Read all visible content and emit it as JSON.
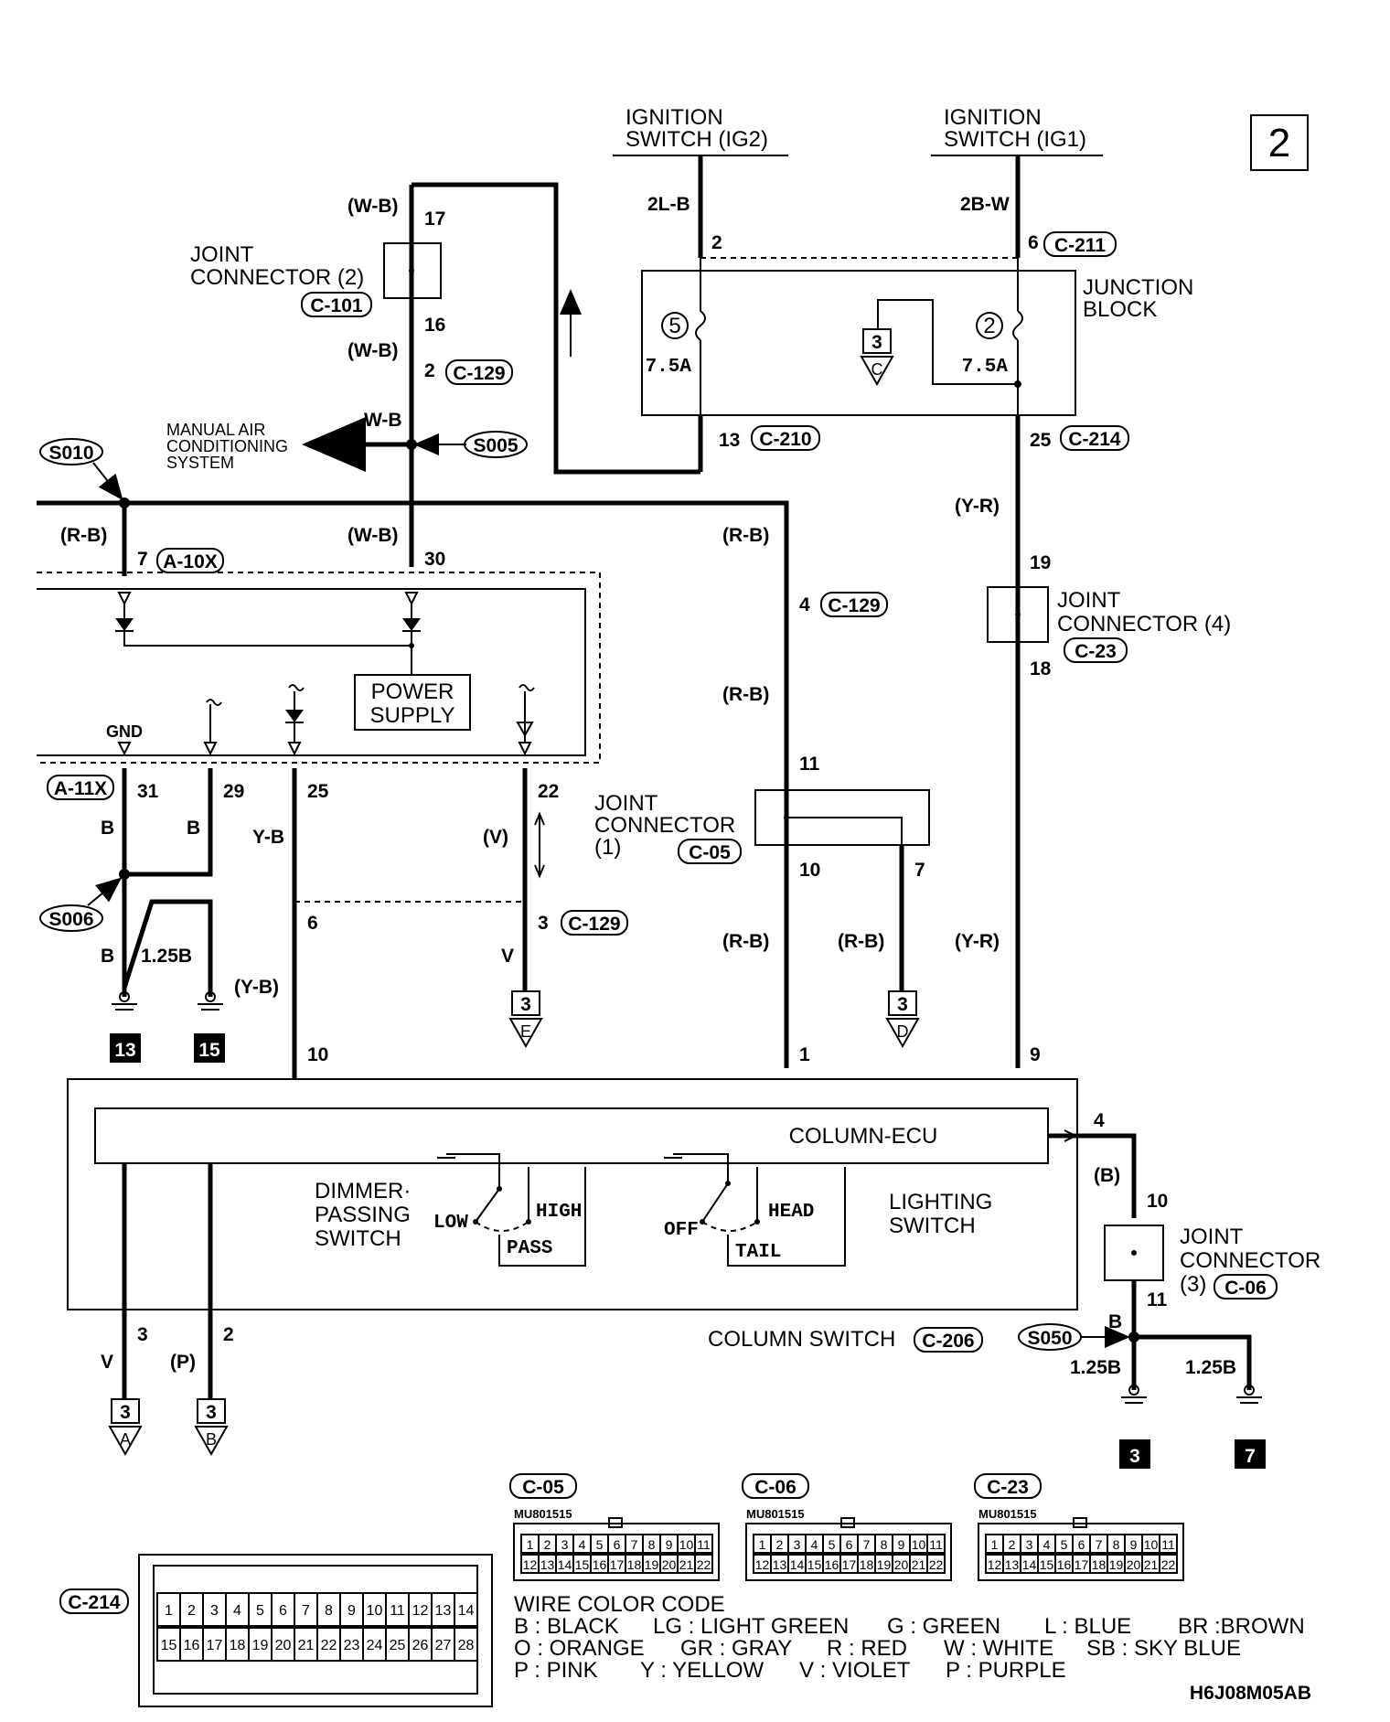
{
  "page_number": "2",
  "drawing_code": "H6J08M05AB",
  "sources": {
    "ig2": [
      "IGNITION",
      "SWITCH (IG2)"
    ],
    "ig1": [
      "IGNITION",
      "SWITCH (IG1)"
    ]
  },
  "wire_codes": {
    "ig2_in": "2L-B",
    "ig1_in": "2B-W",
    "wb_17": "(W-B)",
    "wb_16": "(W-B)",
    "wb_split": "W-B",
    "wb_30": "(W-B)",
    "rb_bus": "(R-B)",
    "rb_4": "(R-B)",
    "rb_11": "(R-B)",
    "rb_10": "(R-B)",
    "rb_7": "(R-B)",
    "yr_25": "(Y-R)",
    "yr_9": "(Y-R)",
    "b_31": "B",
    "b_29": "B",
    "yb_25": "Y-B",
    "v_22": "(V)",
    "v_3": "V",
    "b_gnd1": "B",
    "b125_gnd2": "1.25B",
    "yb_gnd2": "(Y-B)",
    "v_out3": "V",
    "p_out2": "(P)",
    "b_4": "(B)",
    "b_11": "B",
    "b125_left": "1.25B",
    "b125_right": "1.25B"
  },
  "pins": {
    "p17": "17",
    "p16": "16",
    "p2a": "2",
    "p2b": "2",
    "p6": "6",
    "p13": "13",
    "p25a": "25",
    "p7": "7",
    "p30": "30",
    "p4": "4",
    "p19": "19",
    "p18": "18",
    "p11": "11",
    "p31": "31",
    "p29": "29",
    "p25b": "25",
    "p22": "22",
    "p10a": "10",
    "p7b": "7",
    "p6b": "6",
    "p3a": "3",
    "p10b": "10",
    "p1": "1",
    "p9": "9",
    "p4b": "4",
    "p10c": "10",
    "p11b": "11",
    "p3b": "3",
    "p2c": "2",
    "gnd": "GND"
  },
  "connectors": {
    "c211": "C-211",
    "c101": "C-101",
    "c129a": "C-129",
    "c210": "C-210",
    "c214": "C-214",
    "a10x": "A-10X",
    "c129b": "C-129",
    "c23": "C-23",
    "a11x": "A-11X",
    "c05": "C-05",
    "c129c": "C-129",
    "c206": "C-206",
    "c06": "C-06",
    "c214_ref": "C-214",
    "c05_ref": "C-05",
    "c06_ref": "C-06",
    "c23_ref": "C-23"
  },
  "splices": {
    "s010": "S010",
    "s005": "S005",
    "s006": "S006",
    "s050": "S050"
  },
  "labels": {
    "joint2": [
      "JOINT",
      "CONNECTOR (2)"
    ],
    "junction": [
      "JUNCTION",
      "BLOCK"
    ],
    "manual_ac": [
      "MANUAL AIR",
      "CONDITIONING",
      "SYSTEM"
    ],
    "joint4": [
      "JOINT",
      "CONNECTOR (4)"
    ],
    "power_supply": [
      "POWER",
      "SUPPLY"
    ],
    "joint1": [
      "JOINT",
      "CONNECTOR",
      "(1)"
    ],
    "column_ecu": "COLUMN-ECU",
    "dimmer": [
      "DIMMER·",
      "PASSING",
      "SWITCH"
    ],
    "lighting": [
      "LIGHTING",
      "SWITCH"
    ],
    "joint3": [
      "JOINT",
      "CONNECTOR",
      "(3)"
    ],
    "column_switch": "COLUMN SWITCH",
    "low": "LOW",
    "high": "HIGH",
    "pass": "PASS",
    "off": "OFF",
    "head": "HEAD",
    "tail": "TAIL"
  },
  "fuses": {
    "f5_num": "5",
    "f5_rating": "7.5A",
    "f2_num": "2",
    "f2_rating": "7.5A"
  },
  "references": {
    "c_ref_num": "3",
    "c_ref_letter": "C",
    "e_ref_num": "3",
    "e_ref_letter": "E",
    "d_ref_num": "3",
    "d_ref_letter": "D",
    "a_ref_num": "3",
    "a_ref_letter": "A",
    "b_ref_num": "3",
    "b_ref_letter": "B"
  },
  "grounds": {
    "g13": "13",
    "g15": "15",
    "g3": "3",
    "g7": "7"
  },
  "connector_panels": {
    "part_number": "MU801515",
    "row1": [
      "1",
      "2",
      "3",
      "4",
      "5",
      "6",
      "7",
      "8",
      "9",
      "10",
      "11"
    ],
    "row2": [
      "12",
      "13",
      "14",
      "15",
      "16",
      "17",
      "18",
      "19",
      "20",
      "21",
      "22"
    ],
    "c214_row1": [
      "1",
      "2",
      "3",
      "4",
      "5",
      "6",
      "7",
      "8",
      "9",
      "10",
      "11",
      "12",
      "13",
      "14"
    ],
    "c214_row2": [
      "15",
      "16",
      "17",
      "18",
      "19",
      "20",
      "21",
      "22",
      "23",
      "24",
      "25",
      "26",
      "27",
      "28"
    ]
  },
  "wire_color_code": {
    "title": "WIRE COLOR CODE",
    "row1": [
      "B : BLACK",
      "LG : LIGHT GREEN",
      "G : GREEN",
      "L : BLUE",
      "BR :BROWN"
    ],
    "row2": [
      "O : ORANGE",
      "GR : GRAY",
      "R : RED",
      "W : WHITE",
      "SB : SKY BLUE"
    ],
    "row3": [
      "P : PINK",
      "Y : YELLOW",
      "V : VIOLET",
      "P : PURPLE"
    ]
  }
}
